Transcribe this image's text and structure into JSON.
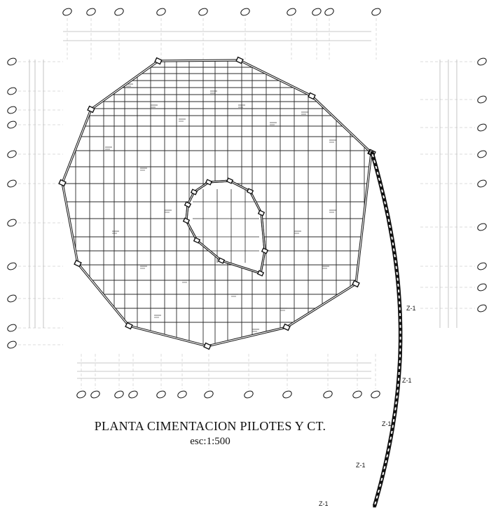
{
  "drawing": {
    "title": "PLANTA  CIMENTACION PILOTES Y CT.",
    "scale": "esc:1:500",
    "pile_cap_label": "Z-1"
  },
  "colors": {
    "ink": "#111111",
    "grid": "#2a2a2a",
    "faint": "#b8b8b8"
  }
}
